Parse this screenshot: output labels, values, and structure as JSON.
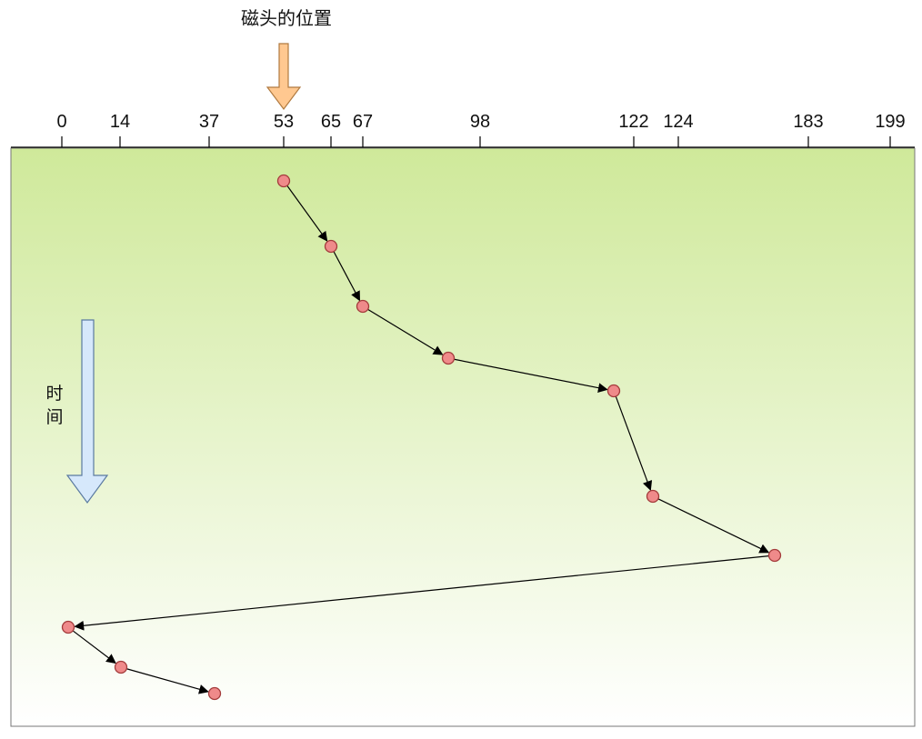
{
  "header": {
    "title": "磁头的位置"
  },
  "time_axis": {
    "label_chars": [
      "时",
      "间"
    ]
  },
  "chart_data": {
    "type": "diagram",
    "axis_ticks": [
      0,
      14,
      37,
      53,
      65,
      67,
      98,
      122,
      124,
      183,
      199
    ],
    "head_start": 53,
    "visit_order": [
      53,
      65,
      67,
      98,
      122,
      124,
      183,
      0,
      14,
      37
    ],
    "colors": {
      "panel_top": "#cfe99a",
      "panel_bottom": "#ffffff",
      "point_fill": "#ef8a8a",
      "point_stroke": "#a33b3b",
      "head_arrow": "#ffc890",
      "time_arrow": "#d6e8fb"
    }
  }
}
